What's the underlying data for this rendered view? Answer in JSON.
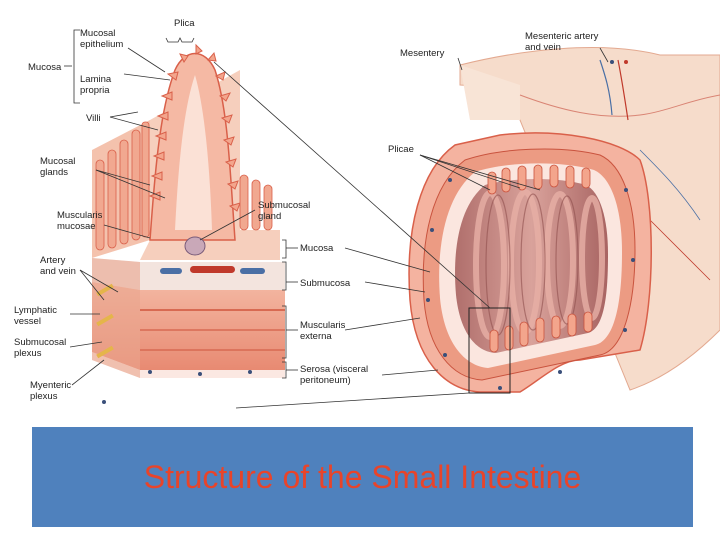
{
  "figure": {
    "labels": {
      "plica": "Plica",
      "mucosa_left": "Mucosa",
      "mucosal_epithelium": "Mucosal\nepithelium",
      "lamina_propria": "Lamina\npropria",
      "villi": "Villi",
      "mucosal_glands": "Mucosal\nglands",
      "muscularis_mucosae": "Muscularis\nmucosae",
      "artery_and_vein": "Artery\nand vein",
      "lymphatic_vessel": "Lymphatic\nvessel",
      "submucosal_plexus": "Submucosal\nplexus",
      "myenteric_plexus": "Myenteric\nplexus",
      "submucosal_gland": "Submucosal\ngland",
      "mucosa_right": "Mucosa",
      "submucosa": "Submucosa",
      "muscularis_externa": "Muscularis\nexterna",
      "serosa": "Serosa (visceral\nperitoneum)",
      "mesentery": "Mesentery",
      "mesenteric_artery_vein": "Mesenteric artery\nand vein",
      "plicae": "Plicae"
    }
  },
  "caption": {
    "title": "Structure of the Small Intestine"
  },
  "colors": {
    "caption_background": "#4f81bd",
    "caption_text": "#e8442a",
    "tissue_pink": "#f2a48d",
    "tissue_dark": "#d9604a",
    "lumen": "#c98a86",
    "mesentery": "#f6dccb"
  }
}
